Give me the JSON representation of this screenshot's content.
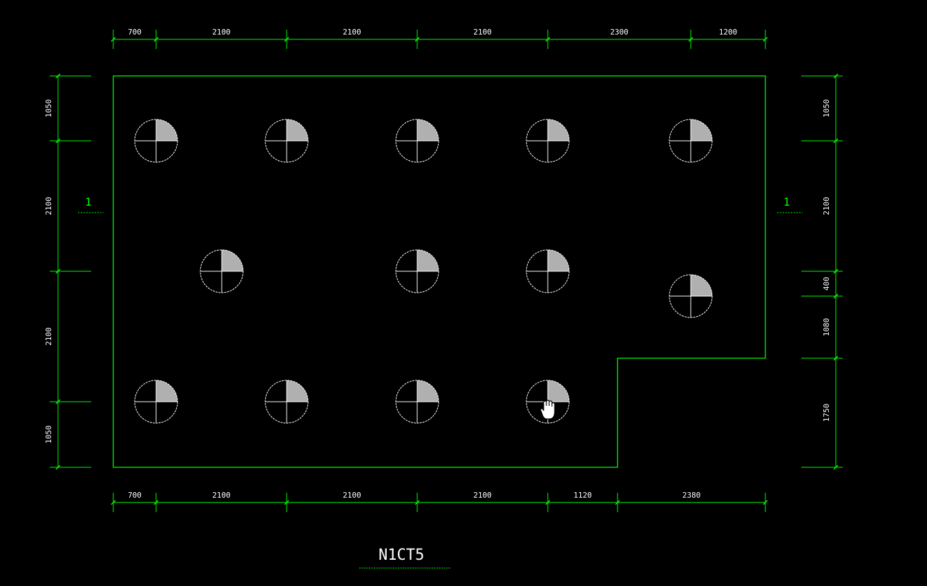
{
  "drawing": {
    "title": "N1CT5",
    "section_marker_left": "1",
    "section_marker_right": "1"
  },
  "dimensions": {
    "top": [
      "700",
      "2100",
      "2100",
      "2100",
      "2300",
      "1200"
    ],
    "bottom": [
      "700",
      "2100",
      "2100",
      "2100",
      "1120",
      "2380"
    ],
    "left": [
      "1050",
      "2100",
      "2100",
      "1050"
    ],
    "right": [
      "1050",
      "2100",
      "400",
      "1080",
      "1750"
    ]
  },
  "piles": {
    "count": 13,
    "rows": [
      {
        "label": "row-1",
        "count": 5
      },
      {
        "label": "row-2",
        "count": 4
      },
      {
        "label": "row-3",
        "count": 4
      }
    ]
  },
  "cursor": {
    "icon": "hand-cursor-icon"
  },
  "colors": {
    "background": "#000000",
    "outline": "#00ff00",
    "dimension_line": "#00ff00",
    "text": "#ffffff",
    "pile_fill": "#b0b0b0",
    "pile_stroke": "#ffffff"
  }
}
